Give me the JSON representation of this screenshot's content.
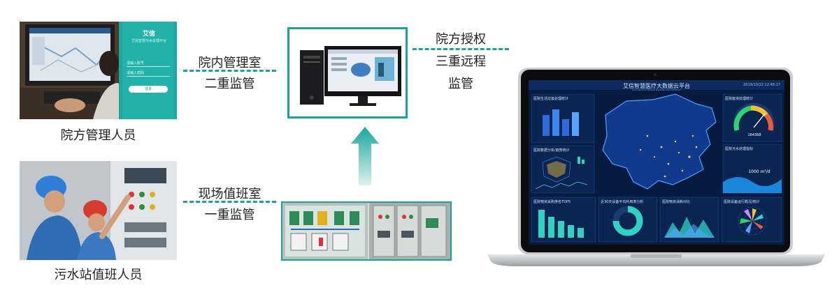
{
  "labels": {
    "hospital_manager": "院方管理人员",
    "duty_staff": "污水站值班人员",
    "hospital_room_line1": "院内管理室",
    "hospital_room_line2": "二重监管",
    "onsite_room_line1": "现场值班室",
    "onsite_room_line2": "一重监管",
    "remote_line1": "院方授权",
    "remote_line2": "三重远程",
    "remote_line3": "监管"
  },
  "phone_app": {
    "brand": "艾信",
    "subtitle": "艾信智慧污水处理平台",
    "username_placeholder": "请输入账号",
    "password_placeholder": "请输入密码",
    "login_button": "登录"
  },
  "dashboard": {
    "title": "艾信智慧医疗大数据云平台",
    "subtitle": "Aixin Wisdom Medical Big Data Cloud Platform",
    "timestamp": "2019/10/22 12:48:17",
    "gauge_value": "164368",
    "wave_value": "1000 m³/d",
    "panels": [
      "医院生活垃圾处理统计",
      "医院数据分析/趋势统计",
      "医院物资采购排名TOP5",
      "近30天设备平均利用率分析",
      "医院物资消耗对比",
      "医院设备运行概况/统计",
      "医院废液处理统计",
      "医院污水处理指标"
    ]
  },
  "colors": {
    "accent": "#1aa39a",
    "dashboard_bg": "#071a3f"
  }
}
